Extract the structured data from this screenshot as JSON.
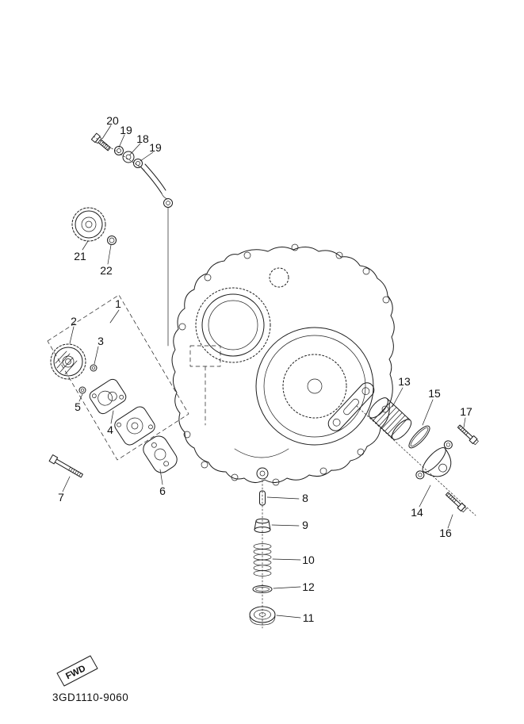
{
  "diagram": {
    "code": "3GD1110-9060",
    "fwd_label": "FWD",
    "callouts": {
      "n1": "1",
      "n2": "2",
      "n3": "3",
      "n4": "4",
      "n5": "5",
      "n6": "6",
      "n7": "7",
      "n8": "8",
      "n9": "9",
      "n10": "10",
      "n11": "11",
      "n12": "12",
      "n13": "13",
      "n14": "14",
      "n15": "15",
      "n16": "16",
      "n17": "17",
      "n18": "18",
      "n19a": "19",
      "n19b": "19",
      "n20": "20",
      "n21": "21",
      "n22": "22"
    }
  }
}
